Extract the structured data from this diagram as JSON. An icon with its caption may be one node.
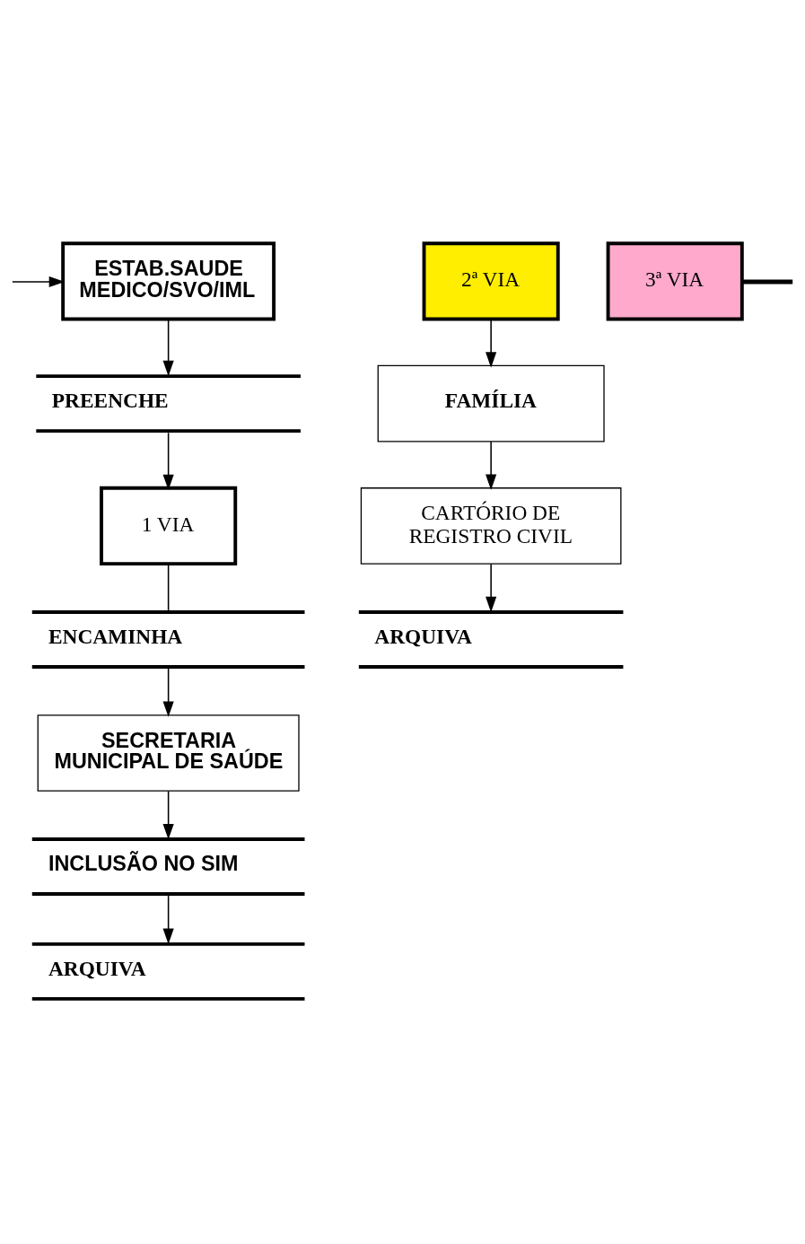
{
  "diagram": {
    "nodes": [
      {
        "text": [
          "ESTAB.SAUDE MEDICO/SVO/IML"
        ]
      },
      {
        "text": [
          "PREENCHE"
        ]
      },
      {
        "text": [
          "1 VIA"
        ]
      },
      {
        "text": [
          "2ª VIA"
        ]
      },
      {
        "text": [
          "3ª VIA"
        ]
      },
      {
        "text": [
          "ENCAMINHA"
        ]
      },
      {
        "text": [
          "FAMÍLIA"
        ]
      },
      {
        "text": [
          "SECRETARIA MUNICIPAL DE SAÚDE"
        ]
      },
      {
        "text": [
          "CARTÓRIO DE REGISTRO CIVIL"
        ]
      },
      {
        "text": [
          "INCLUSÃO NO SIM"
        ]
      },
      {
        "text": [
          "ARQUIVA"
        ]
      },
      {
        "text": [
          "ARQUIVA"
        ]
      }
    ],
    "edges": [
      {
        "from": null,
        "to": 0,
        "arrow": "to"
      },
      {
        "from": 0,
        "to": 1,
        "arrow": "to"
      },
      {
        "from": 1,
        "to": 2,
        "arrow": "to"
      },
      {
        "from": 2,
        "to": 5,
        "arrow": "none"
      },
      {
        "from": 3,
        "to": 6,
        "arrow": "to"
      },
      {
        "from": 4,
        "to": null,
        "arrow": "none",
        "style": "thick"
      },
      {
        "from": 5,
        "to": 7,
        "arrow": "to"
      },
      {
        "from": 6,
        "to": 8,
        "arrow": "to"
      },
      {
        "from": 7,
        "to": 9,
        "arrow": "to"
      },
      {
        "from": 9,
        "to": 10,
        "arrow": "to"
      },
      {
        "from": 8,
        "to": 11,
        "arrow": "to"
      }
    ]
  }
}
